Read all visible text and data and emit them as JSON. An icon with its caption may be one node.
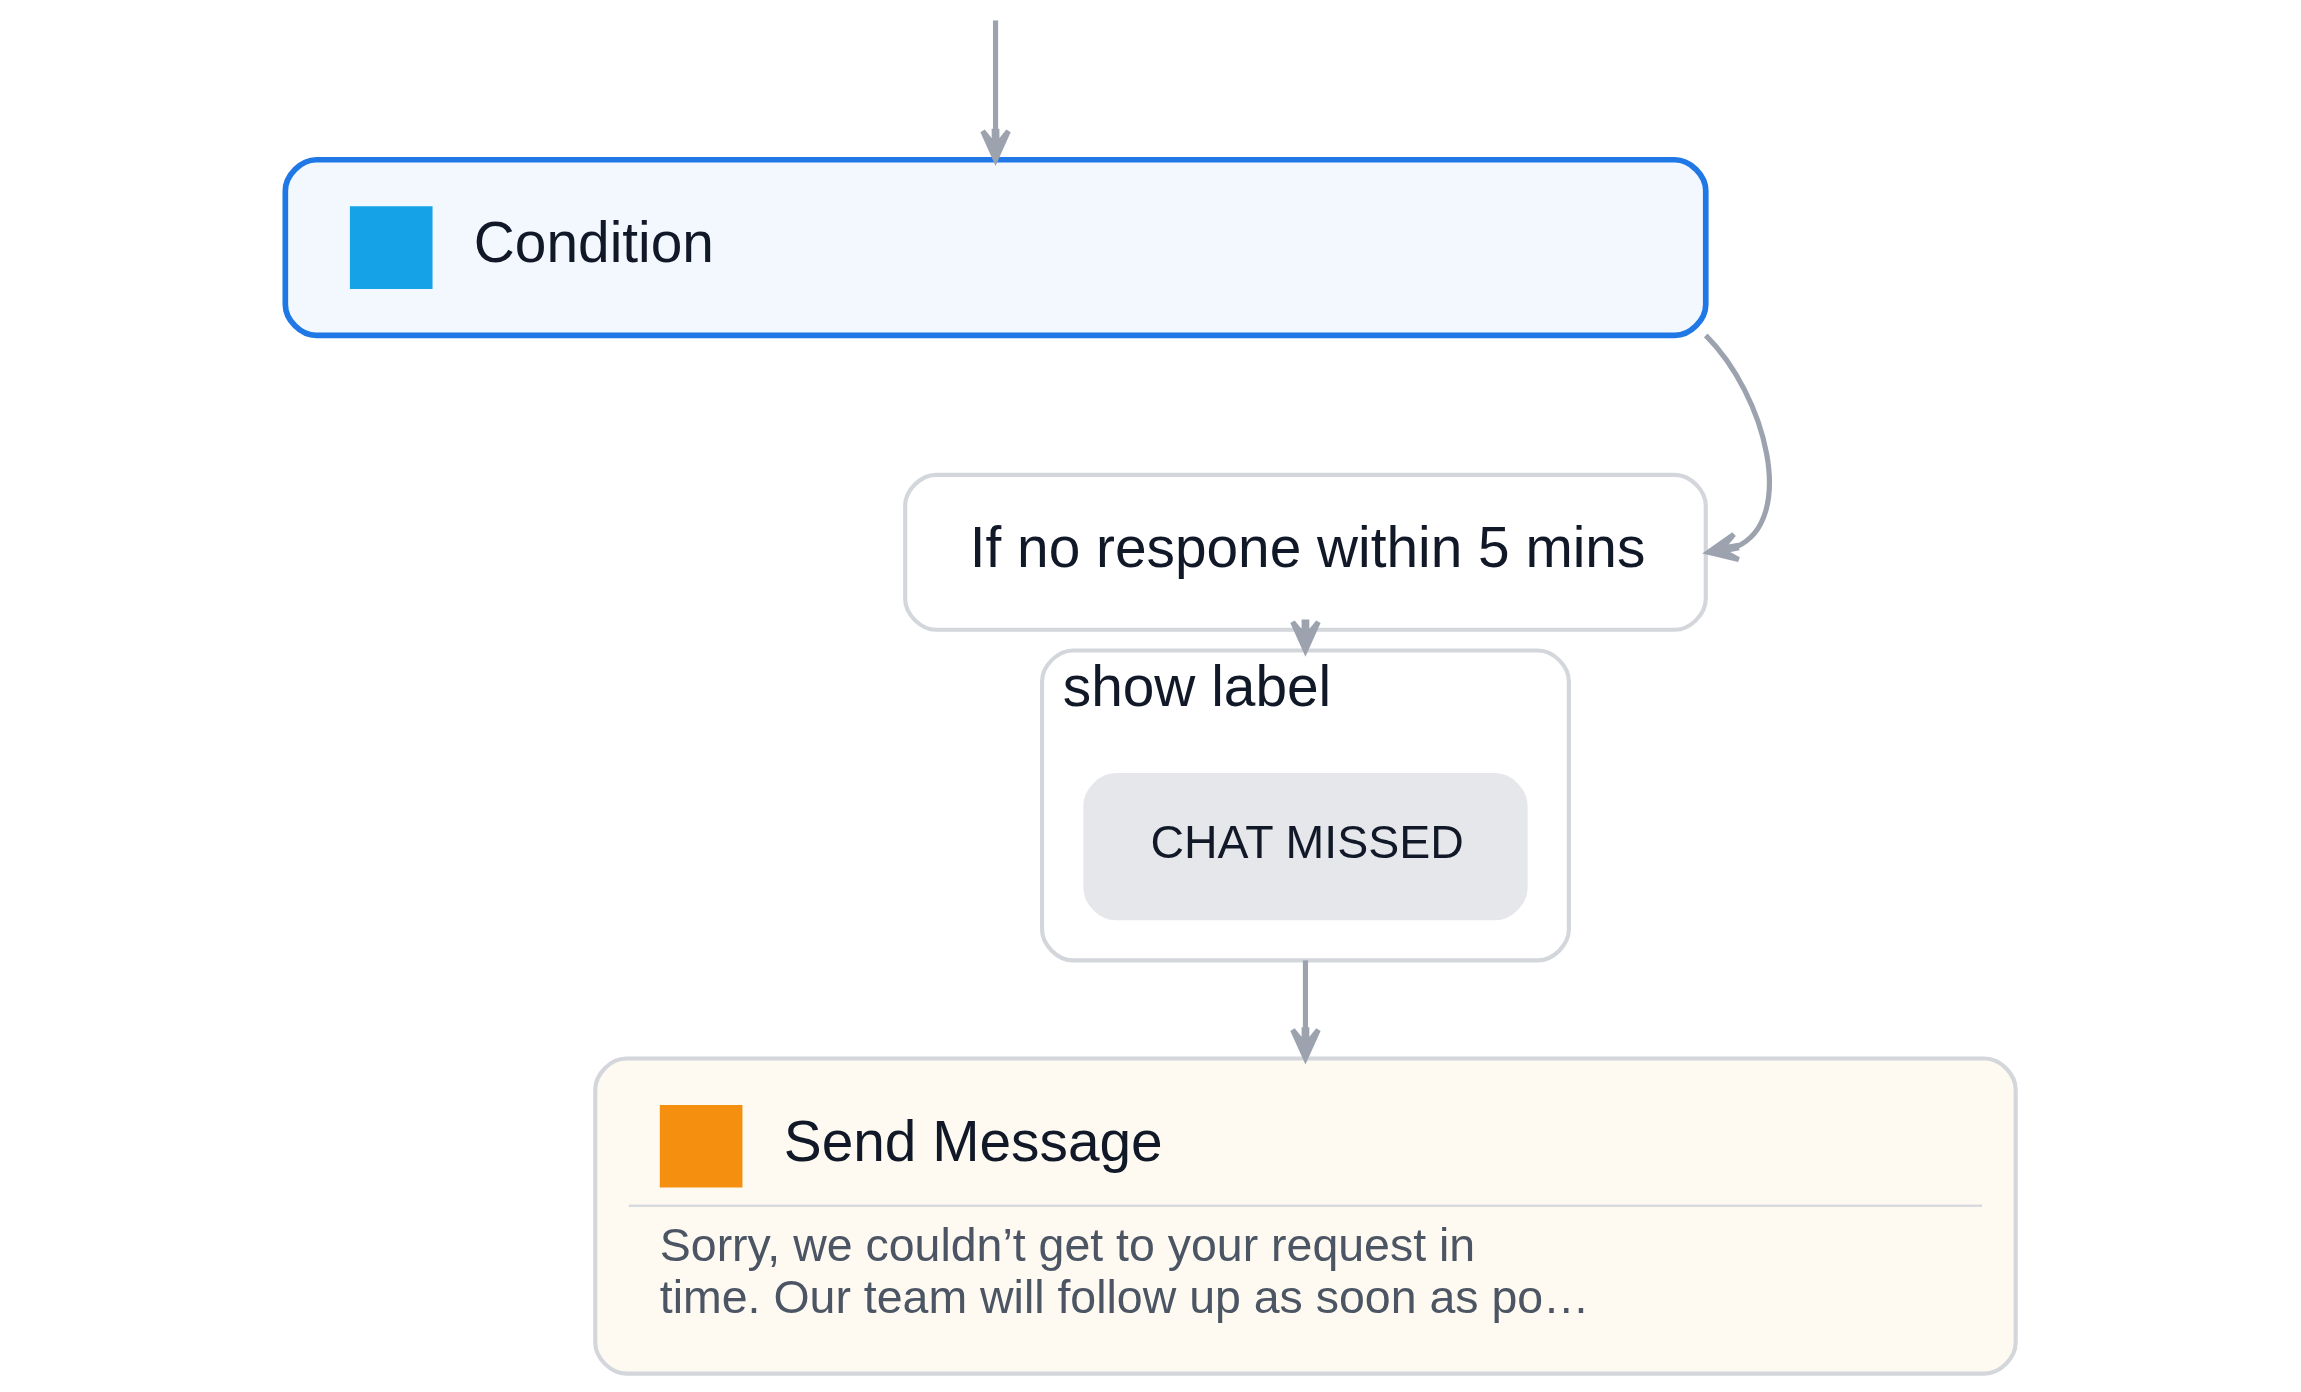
{
  "diagram": {
    "nodes": [
      {
        "text": [
          "Condition"
        ]
      },
      {
        "text": [
          "If no respone within 5 mins"
        ]
      },
      {
        "text": [
          "show label"
        ]
      },
      {
        "text": [
          "CHAT MISSED"
        ],
        "in": 2
      },
      {
        "text": [
          "Send Message",
          "Sorry, we couldn’t get to your request in time. Our team will follow up as soon as po…"
        ]
      }
    ],
    "edges": [
      {
        "from": null,
        "to": 0,
        "arrow": "to"
      },
      {
        "from": 0,
        "to": 1,
        "arrow": "to"
      },
      {
        "from": 1,
        "to": 2,
        "arrow": "to"
      },
      {
        "from": 2,
        "to": 4,
        "arrow": "to"
      }
    ]
  }
}
